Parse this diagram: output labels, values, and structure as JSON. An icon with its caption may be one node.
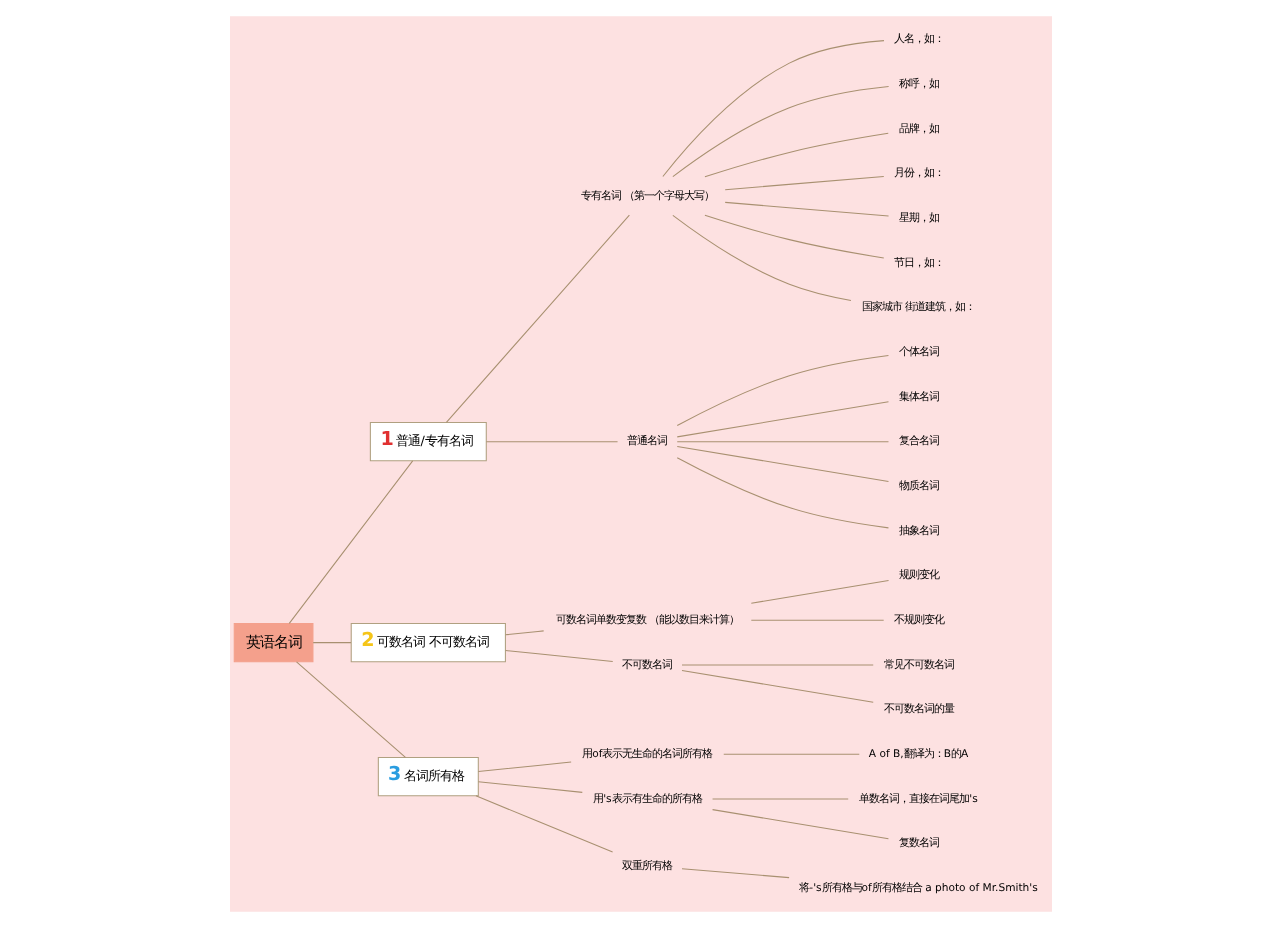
{
  "diagram": {
    "nodes": [
      {
        "text": [
          "英语名词"
        ]
      },
      {
        "text": [
          "1",
          "普通/专有名词"
        ]
      },
      {
        "text": [
          "专有名词 （第一个字母大写）"
        ]
      },
      {
        "text": [
          "人名，如："
        ]
      },
      {
        "text": [
          "称呼，如"
        ]
      },
      {
        "text": [
          "品牌，如"
        ]
      },
      {
        "text": [
          "月份，如："
        ]
      },
      {
        "text": [
          "星期，如"
        ]
      },
      {
        "text": [
          "节日，如："
        ]
      },
      {
        "text": [
          "国家城市 街道建筑，如："
        ]
      },
      {
        "text": [
          "普通名词"
        ]
      },
      {
        "text": [
          "个体名词"
        ]
      },
      {
        "text": [
          "集体名词"
        ]
      },
      {
        "text": [
          "复合名词"
        ]
      },
      {
        "text": [
          "物质名词"
        ]
      },
      {
        "text": [
          "抽象名词"
        ]
      },
      {
        "text": [
          "2",
          "可数名词 不可数名词"
        ]
      },
      {
        "text": [
          "可数名词单数变复数 （能以数目来计算）"
        ]
      },
      {
        "text": [
          "规则变化"
        ]
      },
      {
        "text": [
          "不规则变化"
        ]
      },
      {
        "text": [
          "不可数名词"
        ]
      },
      {
        "text": [
          "常见不可数名词"
        ]
      },
      {
        "text": [
          "不可数名词的量"
        ]
      },
      {
        "text": [
          "3",
          "名词所有格"
        ]
      },
      {
        "text": [
          "用of表示无生命的名词所有格"
        ]
      },
      {
        "text": [
          "A of B,翻译为：B的A"
        ]
      },
      {
        "text": [
          "用's表示有生命的所有格"
        ]
      },
      {
        "text": [
          "单数名词，直接在词尾加's"
        ]
      },
      {
        "text": [
          "复数名词"
        ]
      },
      {
        "text": [
          "双重所有格"
        ]
      },
      {
        "text": [
          "将-'s所有格与of所有格结合 a photo of Mr.Smith's"
        ]
      }
    ],
    "edges": [
      {
        "from": 0,
        "to": 1,
        "arrow": "none"
      },
      {
        "from": 1,
        "to": 2,
        "arrow": "none"
      },
      {
        "from": 2,
        "to": 3,
        "arrow": "none"
      },
      {
        "from": 2,
        "to": 4,
        "arrow": "none"
      },
      {
        "from": 2,
        "to": 5,
        "arrow": "none"
      },
      {
        "from": 2,
        "to": 6,
        "arrow": "none"
      },
      {
        "from": 2,
        "to": 7,
        "arrow": "none"
      },
      {
        "from": 2,
        "to": 8,
        "arrow": "none"
      },
      {
        "from": 2,
        "to": 9,
        "arrow": "none"
      },
      {
        "from": 1,
        "to": 10,
        "arrow": "none"
      },
      {
        "from": 10,
        "to": 11,
        "arrow": "none"
      },
      {
        "from": 10,
        "to": 12,
        "arrow": "none"
      },
      {
        "from": 10,
        "to": 13,
        "arrow": "none"
      },
      {
        "from": 10,
        "to": 14,
        "arrow": "none"
      },
      {
        "from": 10,
        "to": 15,
        "arrow": "none"
      },
      {
        "from": 0,
        "to": 16,
        "arrow": "none"
      },
      {
        "from": 16,
        "to": 17,
        "arrow": "none"
      },
      {
        "from": 17,
        "to": 18,
        "arrow": "none"
      },
      {
        "from": 17,
        "to": 19,
        "arrow": "none"
      },
      {
        "from": 16,
        "to": 20,
        "arrow": "none"
      },
      {
        "from": 20,
        "to": 21,
        "arrow": "none"
      },
      {
        "from": 20,
        "to": 22,
        "arrow": "none"
      },
      {
        "from": 0,
        "to": 23,
        "arrow": "none"
      },
      {
        "from": 23,
        "to": 24,
        "arrow": "none"
      },
      {
        "from": 24,
        "to": 25,
        "arrow": "none"
      },
      {
        "from": 23,
        "to": 26,
        "arrow": "none"
      },
      {
        "from": 26,
        "to": 27,
        "arrow": "none"
      },
      {
        "from": 26,
        "to": 28,
        "arrow": "none"
      },
      {
        "from": 23,
        "to": 29,
        "arrow": "none"
      },
      {
        "from": 29,
        "to": 30,
        "arrow": "none"
      }
    ]
  }
}
